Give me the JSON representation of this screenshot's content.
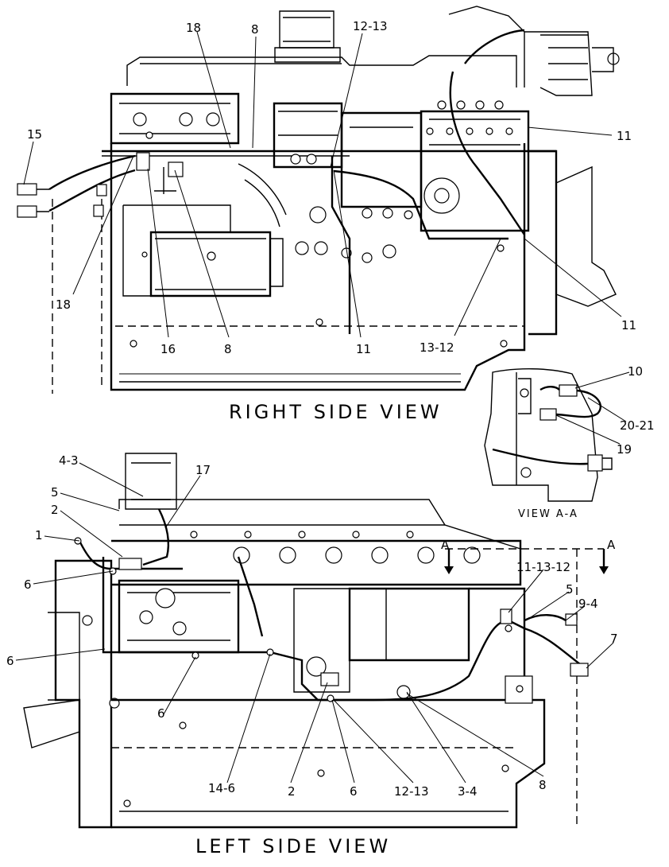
{
  "views": {
    "right_title": "RIGHT SIDE VIEW",
    "left_title": "LEFT SIDE VIEW",
    "detail_title": "VIEW A-A"
  },
  "section_marks": [
    "A",
    "A"
  ],
  "right_callouts": [
    "18",
    "8",
    "12-13",
    "15",
    "11",
    "18",
    "16",
    "8",
    "11",
    "13-12",
    "11"
  ],
  "detail_callouts": [
    "10",
    "20-21",
    "19"
  ],
  "left_callouts": [
    "4-3",
    "17",
    "5",
    "2",
    "1",
    "6",
    "6",
    "6",
    "11-13-12",
    "5",
    "9-4",
    "7",
    "14-6",
    "2",
    "6",
    "12-13",
    "3-4",
    "8"
  ]
}
